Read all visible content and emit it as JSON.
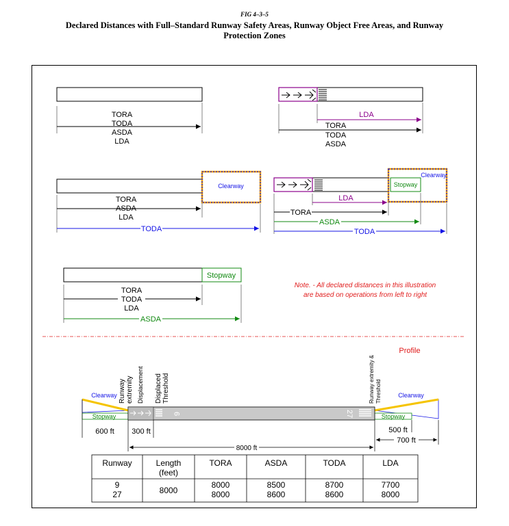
{
  "figure": {
    "number": "FIG 4–3–5",
    "title_line1": "Declared Distances with Full–Standard Runway Safety Areas, Runway Object Free Areas, and Runway",
    "title_line2": "Protection Zones"
  },
  "terms": {
    "tora": "TORA",
    "toda": "TODA",
    "asda": "ASDA",
    "lda": "LDA",
    "clearway": "Clearway",
    "stopway": "Stopway"
  },
  "note": {
    "line1": "Note. - All declared distances in this illustration",
    "line2": "are based on operations from left to right"
  },
  "profile": {
    "title": "Profile",
    "label_runway_extremity": [
      "Runway",
      "extremity"
    ],
    "label_displacement": "Displacement",
    "label_displaced_threshold": [
      "Displaced",
      "Threshold"
    ],
    "label_right_extremity": [
      "Runway extremity &",
      "Threshold"
    ],
    "runway_number_left": "9",
    "runway_number_right": "27",
    "dim_600": "600 ft",
    "dim_300": "300 ft",
    "dim_500": "500 ft",
    "dim_700": "700 ft",
    "dim_8000": "8000 ft"
  },
  "table": {
    "headers": [
      "Runway",
      "Length",
      "TORA",
      "ASDA",
      "TODA",
      "LDA"
    ],
    "length_sub": "(feet)",
    "rows": [
      [
        "9",
        "8000",
        "8000",
        "8500",
        "8700",
        "7700"
      ],
      [
        "27",
        "8000",
        "8000",
        "8600",
        "8600",
        "8000"
      ]
    ]
  },
  "colors": {
    "black": "#000000",
    "purple": "#8b008b",
    "green": "#128a12",
    "blue": "#1414e6",
    "red": "#e01b1b",
    "orange": "#f2a100",
    "yellow": "#f5c400",
    "runway_gray": "#c9c9c9"
  }
}
